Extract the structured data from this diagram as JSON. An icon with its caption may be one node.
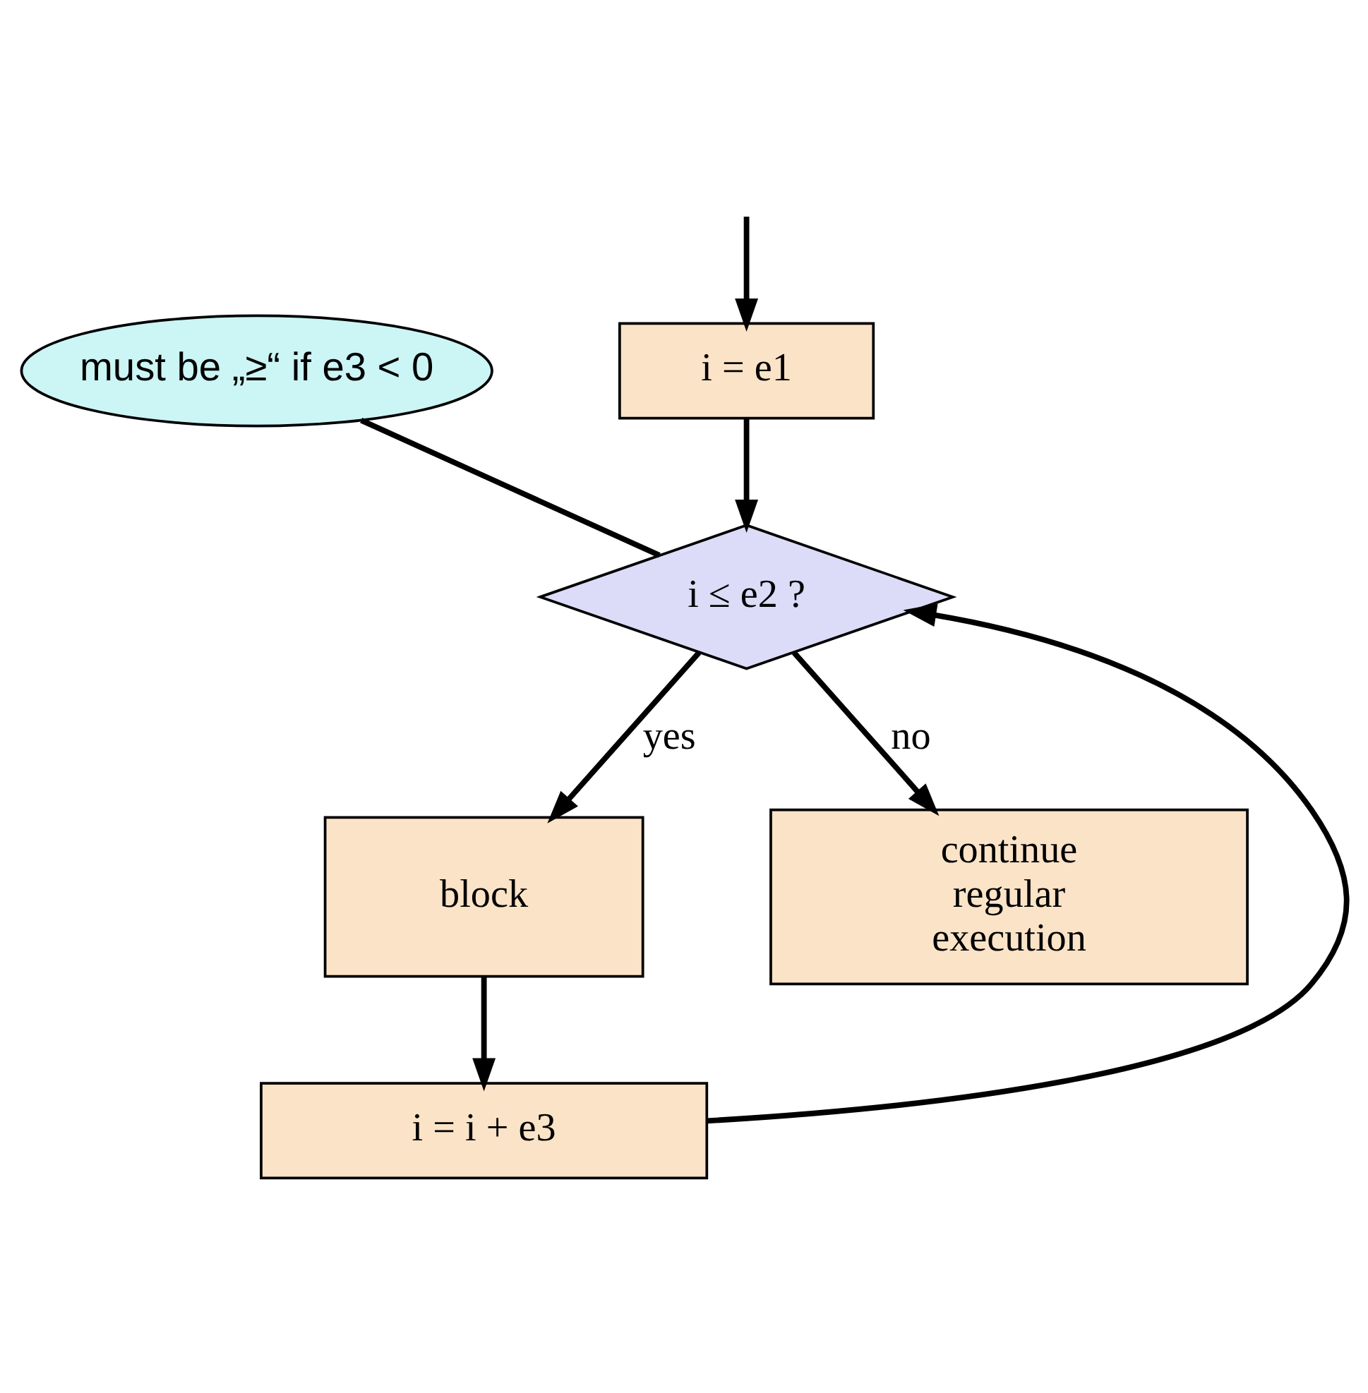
{
  "diagram": {
    "nodes": [
      {
        "text": [
          "i = e1"
        ]
      },
      {
        "text": [
          "i ≤ e2 ?"
        ]
      },
      {
        "text": [
          "must be „≥“ if e3 < 0"
        ]
      },
      {
        "text": [
          "block"
        ]
      },
      {
        "text": [
          "i = i + e3"
        ]
      },
      {
        "text": [
          "continue regular execution"
        ]
      }
    ],
    "edges": [
      {
        "from": null,
        "to": 0,
        "arrow": "to"
      },
      {
        "from": 0,
        "to": 1,
        "arrow": "to"
      },
      {
        "from": 2,
        "to": 1,
        "arrow": "none"
      },
      {
        "from": 1,
        "to": 5,
        "arrow": "to",
        "label": "no"
      },
      {
        "from": 1,
        "to": 3,
        "arrow": "to",
        "label": "yes"
      },
      {
        "from": 3,
        "to": 4,
        "arrow": "to"
      },
      {
        "from": 4,
        "to": 1,
        "arrow": "to"
      }
    ]
  }
}
